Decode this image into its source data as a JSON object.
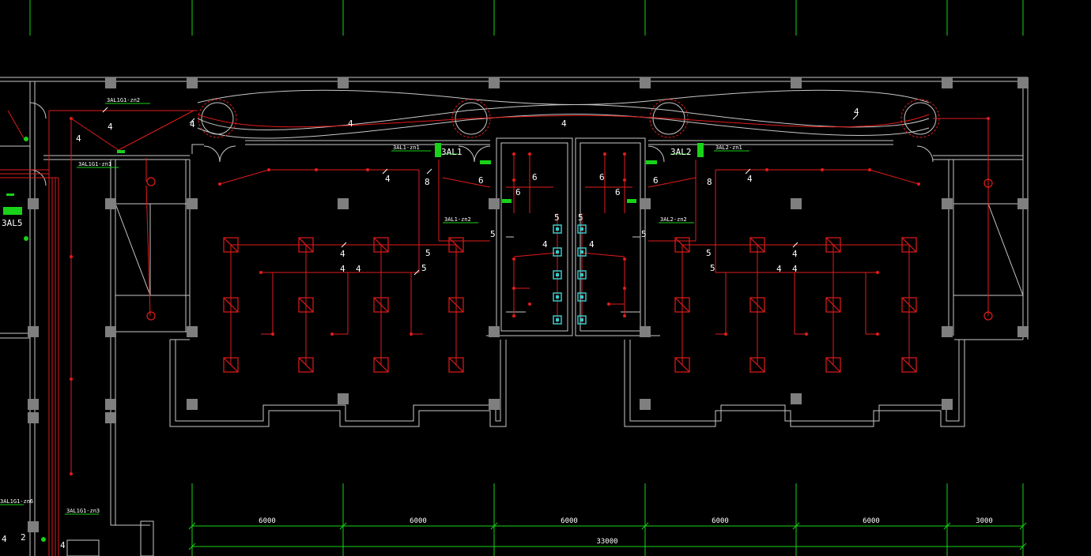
{
  "drawing": {
    "colors": {
      "background": "#000000",
      "wall": "#c8c8c8",
      "circuit": "#e21b1b",
      "grid_axis": "#19d219",
      "panel": "#19d219",
      "fixture": "#e21b1b",
      "duct": "#37c8c8",
      "column": "#7f7f7f",
      "label": "#ffffff"
    },
    "panels": {
      "left_upper": "3AL1",
      "right_upper": "3AL2",
      "left_edge": "3AL5"
    },
    "circuit_tags": {
      "tag_1": "3AL1G1-zn2",
      "tag_2": "3AL1G1-zn1",
      "tag_3": "3AL1-zn1",
      "tag_4": "3AL1-zn2",
      "tag_5": "3AL2-zn1",
      "tag_6": "3AL2-zn2",
      "tag_7": "3AL1G1-zn6",
      "tag_8": "3AL1G1-zn3"
    },
    "wire_counts": {
      "four": "4",
      "five": "5",
      "six": "6",
      "eight": "8",
      "two": "2"
    },
    "dimensions": {
      "bays": [
        "6000",
        "6000",
        "6000",
        "6000",
        "6000",
        "3000"
      ],
      "total": "33000"
    }
  }
}
